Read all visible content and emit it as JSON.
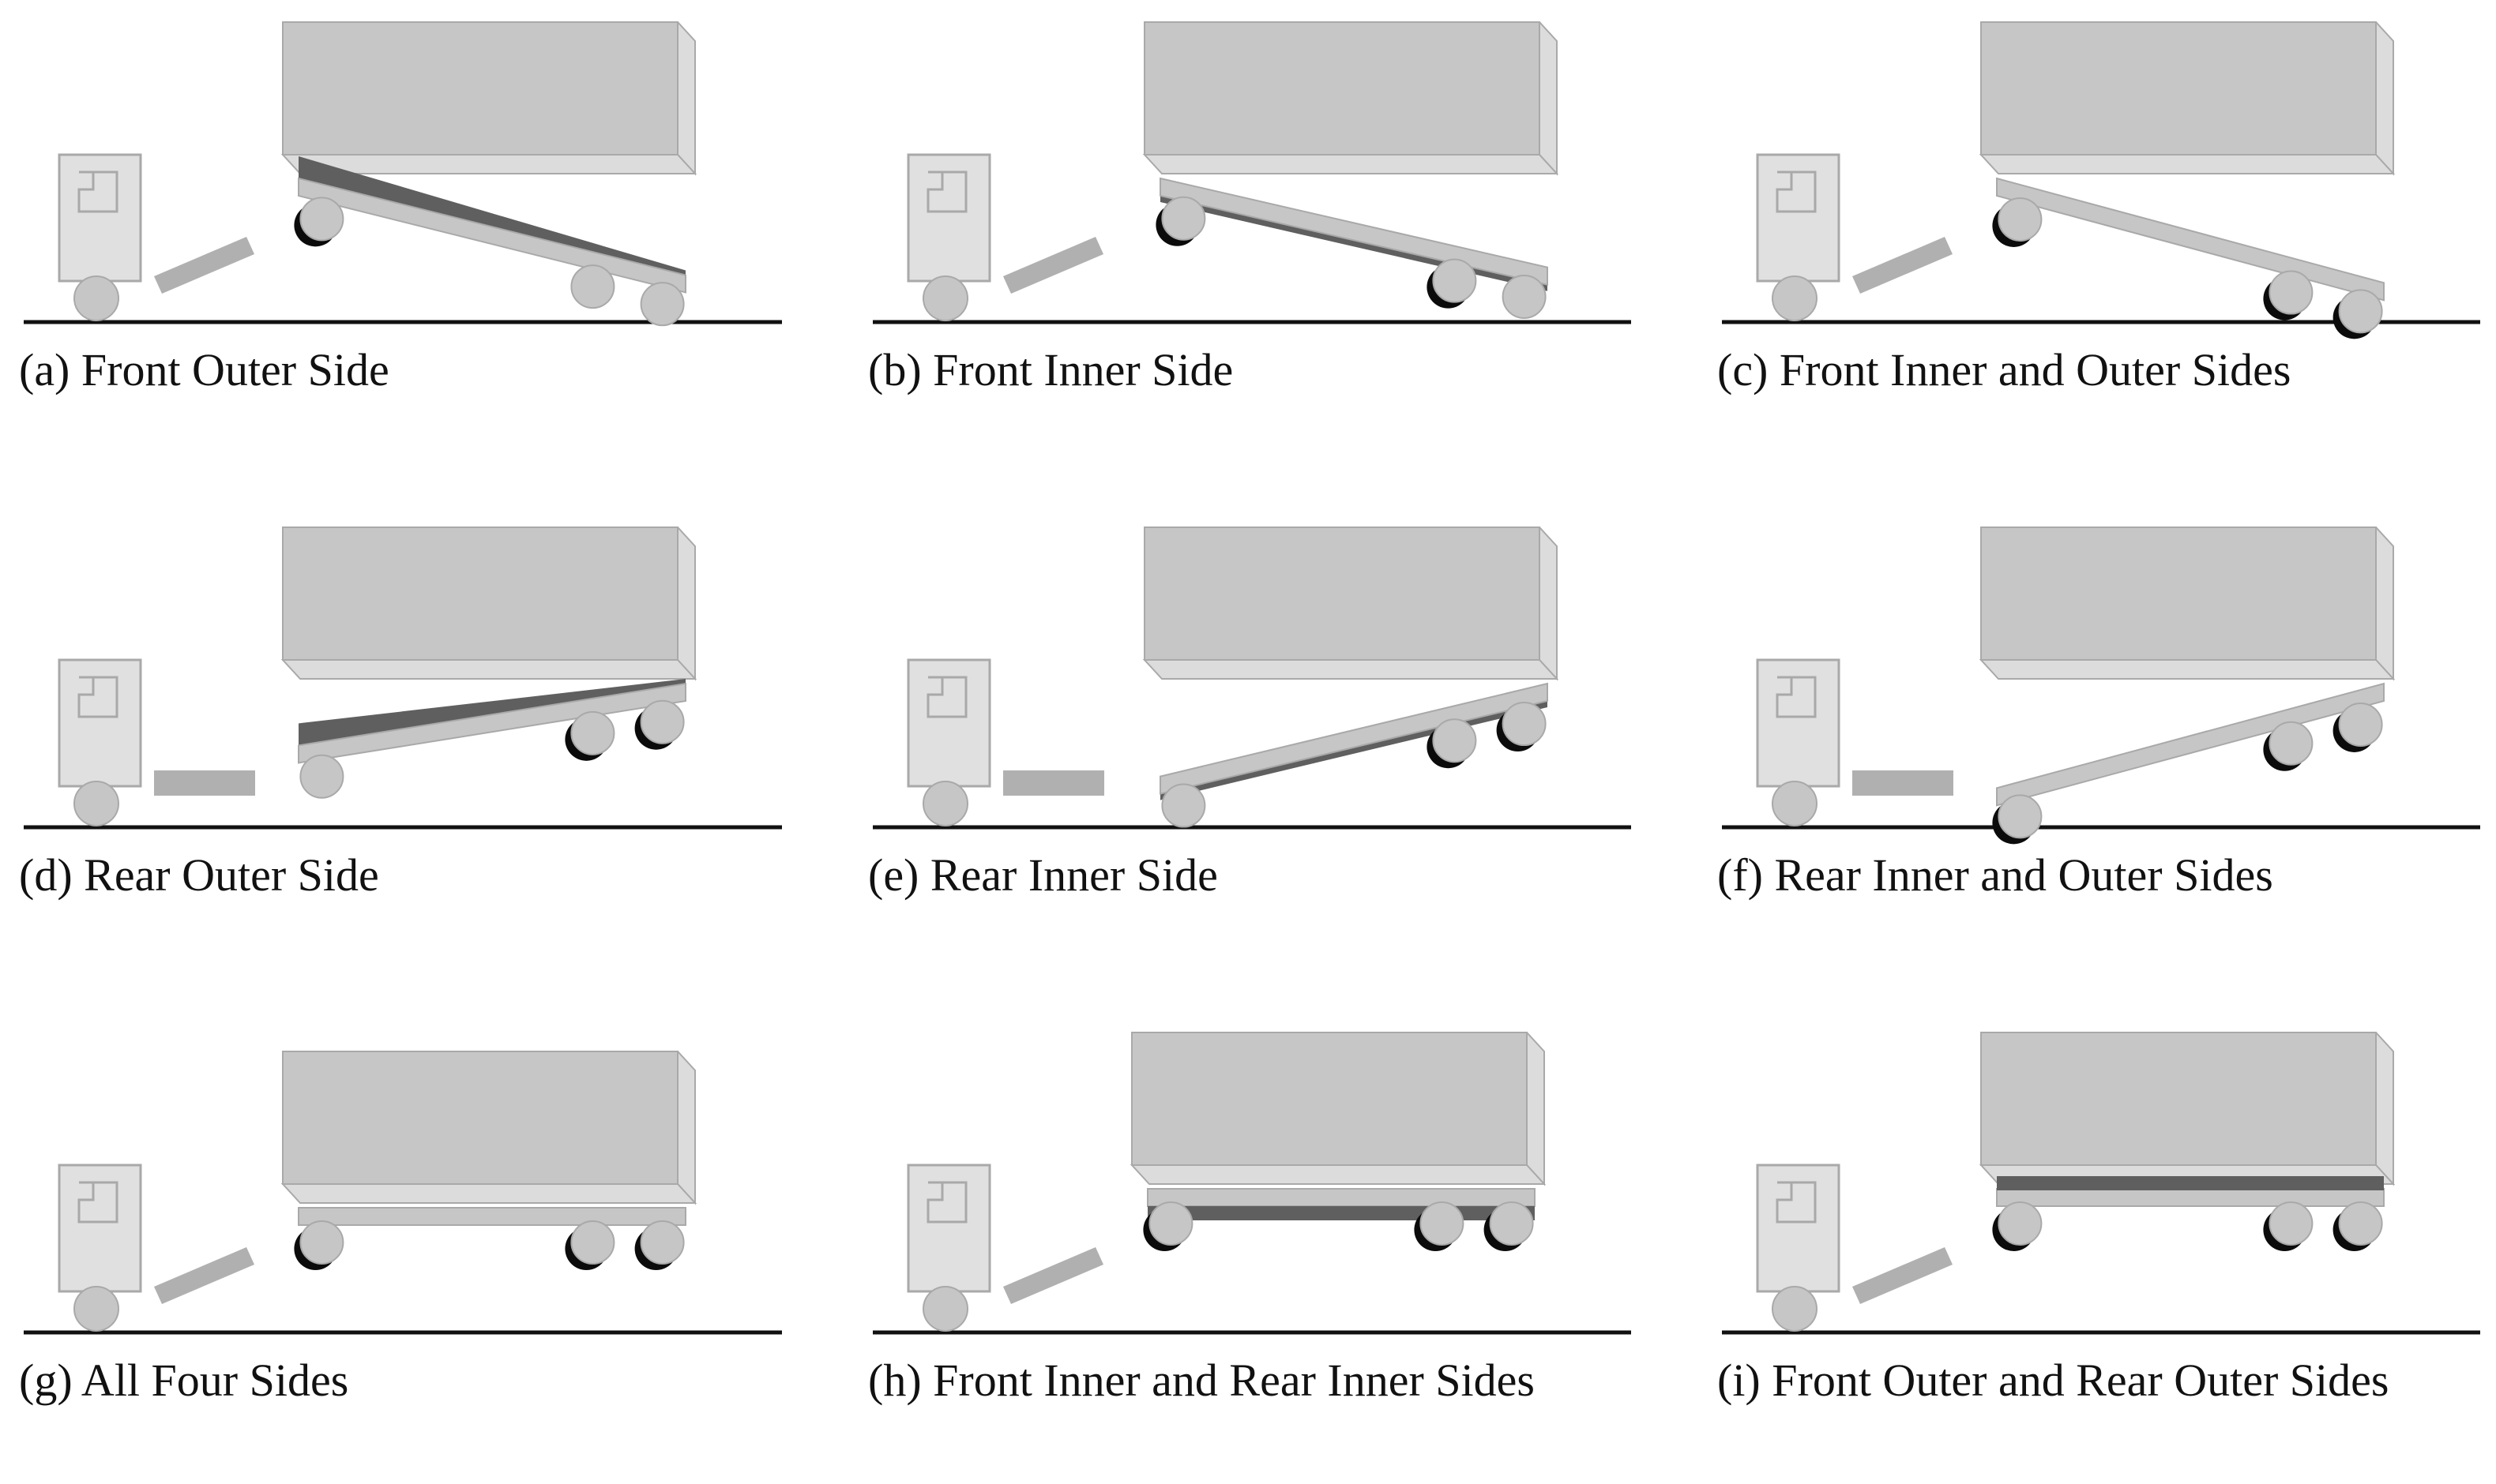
{
  "colors": {
    "body": "#c6c6c6",
    "body_edge": "#a9a9a9",
    "light": "#dcdcdc",
    "cab": "#e0e0e0",
    "dark": "#5f5f5f",
    "black": "#0b0b0b",
    "ground": "#111111"
  },
  "panels": [
    {
      "id": "a",
      "caption": "(a) Front Outer Side",
      "tilt": -0.25,
      "pivot": "rear",
      "chassis_shadow": "wedge",
      "tractor": "tilted",
      "shadow_wheels": [
        0
      ],
      "lowered": false,
      "flat_shadow": "none"
    },
    {
      "id": "b",
      "caption": "(b) Front Inner Side",
      "tilt": -0.23,
      "pivot": "rear",
      "chassis_shadow": "band",
      "tractor": "tilted",
      "shadow_wheels": [
        0,
        1
      ],
      "lowered": false,
      "flat_shadow": "none"
    },
    {
      "id": "c",
      "caption": "(c) Front Inner and Outer Sides",
      "tilt": -0.27,
      "pivot": "rear",
      "chassis_shadow": "none",
      "tractor": "tilted",
      "shadow_wheels": [
        0,
        1,
        2
      ],
      "lowered": false,
      "flat_shadow": "none"
    },
    {
      "id": "d",
      "caption": "(d) Rear Outer Side",
      "tilt": 0.16,
      "pivot": "front",
      "chassis_shadow": "wedge",
      "tractor": "flat",
      "shadow_wheels": [
        1,
        2
      ],
      "lowered": false,
      "flat_shadow": "none"
    },
    {
      "id": "e",
      "caption": "(e) Rear Inner Side",
      "tilt": 0.24,
      "pivot": "front",
      "chassis_shadow": "band",
      "tractor": "flat",
      "shadow_wheels": [
        1,
        2
      ],
      "lowered": false,
      "flat_shadow": "none"
    },
    {
      "id": "f",
      "caption": "(f) Rear Inner and Outer Sides",
      "tilt": 0.27,
      "pivot": "front",
      "chassis_shadow": "none",
      "tractor": "flat",
      "shadow_wheels": [
        0,
        1,
        2
      ],
      "lowered": false,
      "flat_shadow": "none"
    },
    {
      "id": "g",
      "caption": "(g) All Four Sides",
      "tilt": 0,
      "pivot": "none",
      "chassis_shadow": "none",
      "tractor": "tilted",
      "shadow_wheels": [
        0,
        1,
        2
      ],
      "lowered": true,
      "flat_shadow": "none"
    },
    {
      "id": "h",
      "caption": "(h) Front Inner and Rear Inner Sides",
      "tilt": 0,
      "pivot": "none",
      "chassis_shadow": "band-below",
      "tractor": "tilted",
      "shadow_wheels": [
        0,
        1,
        2
      ],
      "lowered": false,
      "flat_shadow": "below"
    },
    {
      "id": "i",
      "caption": "(i) Front Outer and Rear Outer Sides",
      "tilt": 0,
      "pivot": "none",
      "chassis_shadow": "band-above",
      "tractor": "tilted",
      "shadow_wheels": [
        0,
        1,
        2
      ],
      "lowered": false,
      "flat_shadow": "above"
    }
  ]
}
